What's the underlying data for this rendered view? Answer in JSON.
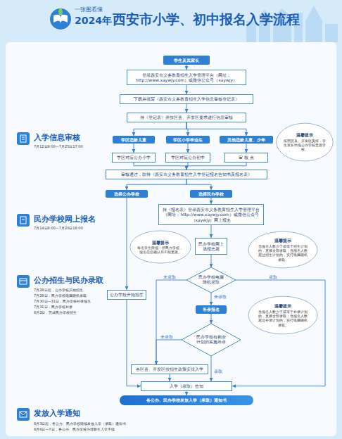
{
  "diagram": {
    "title": "西安市小学、初中报名入学流程",
    "nodes": [
      {
        "text": [
          "学生及其家长"
        ]
      },
      {
        "text": [
          "登录西安市义务教育招生入学管理平台（网址：http://www.xaywjy.com）或微信公众号（xaywjy）"
        ]
      },
      {
        "text": [
          "下载并填写《西安市义务教育招生入学信息审核登记表》"
        ]
      },
      {
        "text": [
          "持《登记表》并按区县、开发区要求进行信息审核"
        ]
      },
      {
        "text": [
          "学区适龄儿童"
        ]
      },
      {
        "text": [
          "学区小学毕业生"
        ]
      },
      {
        "text": [
          "其他适龄儿童、少年"
        ]
      },
      {
        "text": [
          "学区对应公办小学"
        ]
      },
      {
        "text": [
          "学区对应公办初中"
        ]
      },
      {
        "text": [
          "审 核 点"
        ]
      },
      {
        "text": [
          "温馨提示",
          "按照区县、开发区安排，学生家长填报公办学校意愿学校。"
        ]
      },
      {
        "text": [
          "审核通过，取得《西安市义务教育招生入学登记报名告知书及报名表》"
        ]
      },
      {
        "text": [
          "选择公办学校"
        ]
      },
      {
        "text": [
          "选择民办学校"
        ]
      },
      {
        "text": [
          "持《报名表》登录西安市义务教育招生入学管理平台（网址：http://www.xaywjy.com）或微信公众号（xaywjy）网上报名"
        ]
      },
      {
        "text": [
          "温馨提示",
          "每名学生限报一所民办学校，报名信息确认后不能更改。"
        ]
      },
      {
        "text": [
          "民办学校网上填报志愿"
        ]
      },
      {
        "text": [
          "温馨提示",
          "当报名人数少于或等于招生计划的，直接全部录取；当报名人数超过招生计划的，实行电脑随机录取。"
        ]
      },
      {
        "text": [
          "公办学校开始招生"
        ]
      },
      {
        "text": [
          "民办学校电脑随机录取"
        ]
      },
      {
        "text": [
          "补录报名"
        ]
      },
      {
        "text": [
          "温馨提示",
          "当报名人数少于或等于补录计划的，直接全部录取；当报名人数超过补录计划的，实行电脑随机录取。"
        ]
      },
      {
        "text": [
          "民办学校有剩余计划的实施补录"
        ]
      },
      {
        "text": [
          "各区县、开发区按招生政策安排入学"
        ]
      },
      {
        "text": [
          "入学（录取）告知"
        ]
      },
      {
        "text": [
          "各公办、民办学校发放入学（录取）通知书"
        ]
      }
    ],
    "edges": [
      {
        "from": 0,
        "to": 1,
        "arrow": "to"
      },
      {
        "from": 1,
        "to": 2,
        "arrow": "to"
      },
      {
        "from": 2,
        "to": 3,
        "arrow": "to"
      },
      {
        "from": 3,
        "to": 4,
        "arrow": "to"
      },
      {
        "from": 3,
        "to": 5,
        "arrow": "to"
      },
      {
        "from": 3,
        "to": 6,
        "arrow": "to"
      },
      {
        "from": 4,
        "to": 7,
        "arrow": "to"
      },
      {
        "from": 5,
        "to": 8,
        "arrow": "to"
      },
      {
        "from": 6,
        "to": 9,
        "arrow": "to"
      },
      {
        "from": 7,
        "to": 11,
        "arrow": "to"
      },
      {
        "from": 8,
        "to": 11,
        "arrow": "to"
      },
      {
        "from": 9,
        "to": 11,
        "arrow": "to"
      },
      {
        "from": 11,
        "to": 12,
        "arrow": "to"
      },
      {
        "from": 11,
        "to": 13,
        "arrow": "to"
      },
      {
        "from": 12,
        "to": 18,
        "arrow": "to"
      },
      {
        "from": 13,
        "to": 14,
        "arrow": "to"
      },
      {
        "from": 14,
        "to": 16,
        "arrow": "to"
      },
      {
        "from": 16,
        "to": 19,
        "arrow": "to"
      },
      {
        "from": 19,
        "to": 20,
        "label": "未录取",
        "arrow": "to"
      },
      {
        "from": 19,
        "to": 23,
        "label": "未录取",
        "arrow": "to"
      },
      {
        "from": 19,
        "to": 24,
        "label": "录取",
        "arrow": "to"
      },
      {
        "from": 20,
        "to": 22,
        "arrow": "to"
      },
      {
        "from": 22,
        "to": 23,
        "label": "未录取",
        "arrow": "to"
      },
      {
        "from": 22,
        "to": 24,
        "label": "录取",
        "arrow": "to"
      },
      {
        "from": 23,
        "to": 24,
        "arrow": "to"
      },
      {
        "from": 24,
        "to": 25,
        "arrow": "to"
      }
    ],
    "labels": [
      "一张图看懂",
      "2024年",
      "入学信息审核",
      "7月12日9:00—7月25日17:00",
      "民办学校网上报名",
      "7月14日8:00—7月20日18:00",
      "公办招生与民办录取",
      "7月28日起，公办学校开始招生",
      "7月28日，民办学校电脑随机录取",
      "7月30日—31日，民办学校补录报名",
      "7月31日，民办学校补录",
      "8月2日，完成民办学校招生",
      "发放入学通知",
      "8月3日起，各公办、民办学校陆续发放入学（录取）通知书",
      "8月6日—7日，各公办、民办学校办理新生入学手续"
    ]
  }
}
